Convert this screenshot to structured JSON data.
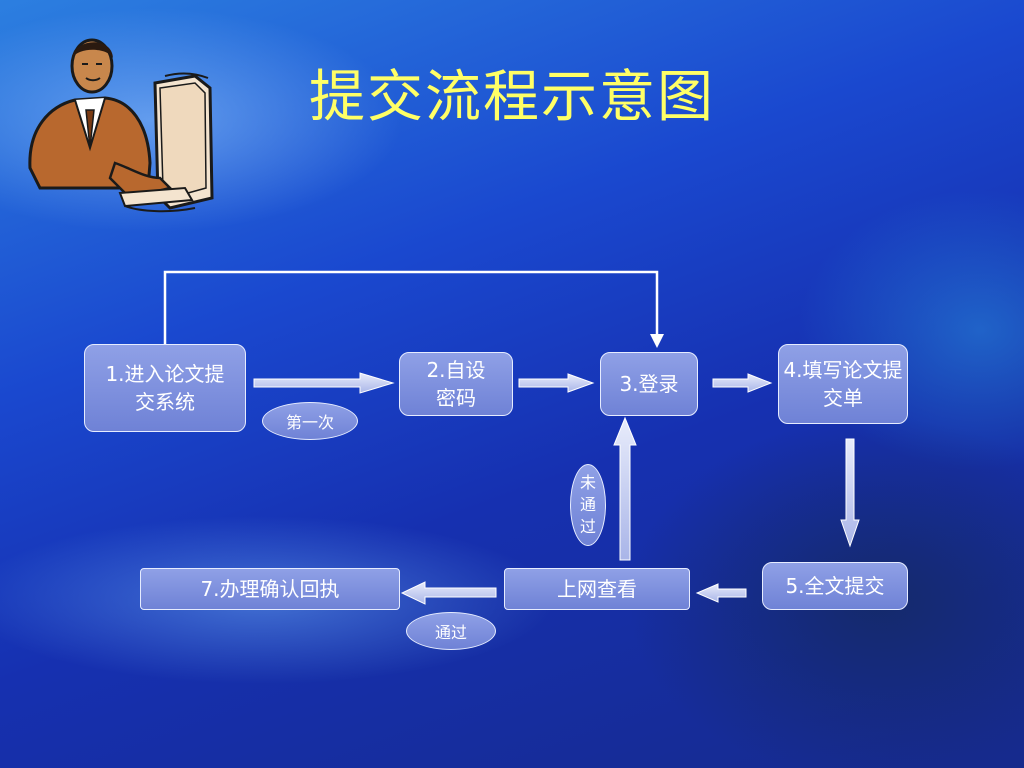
{
  "title": "提交流程示意图",
  "steps": {
    "s1": "1.进入论文提交系统",
    "s2": "2.自设密码",
    "s3": "3.登录",
    "s4": "4.填写论文提交单",
    "s5": "5.全文提交",
    "s6": "上网查看",
    "s7": "7.办理确认回执"
  },
  "labels": {
    "first_time": "第一次",
    "not_passed": "未通过",
    "passed": "通过"
  },
  "colors": {
    "title": "#ffff66",
    "box_fill": "#7d8fde",
    "box_border": "#e6ecff",
    "arrow": "#c9d2f2"
  },
  "icons": {
    "clipart": "man-at-computer-icon"
  }
}
